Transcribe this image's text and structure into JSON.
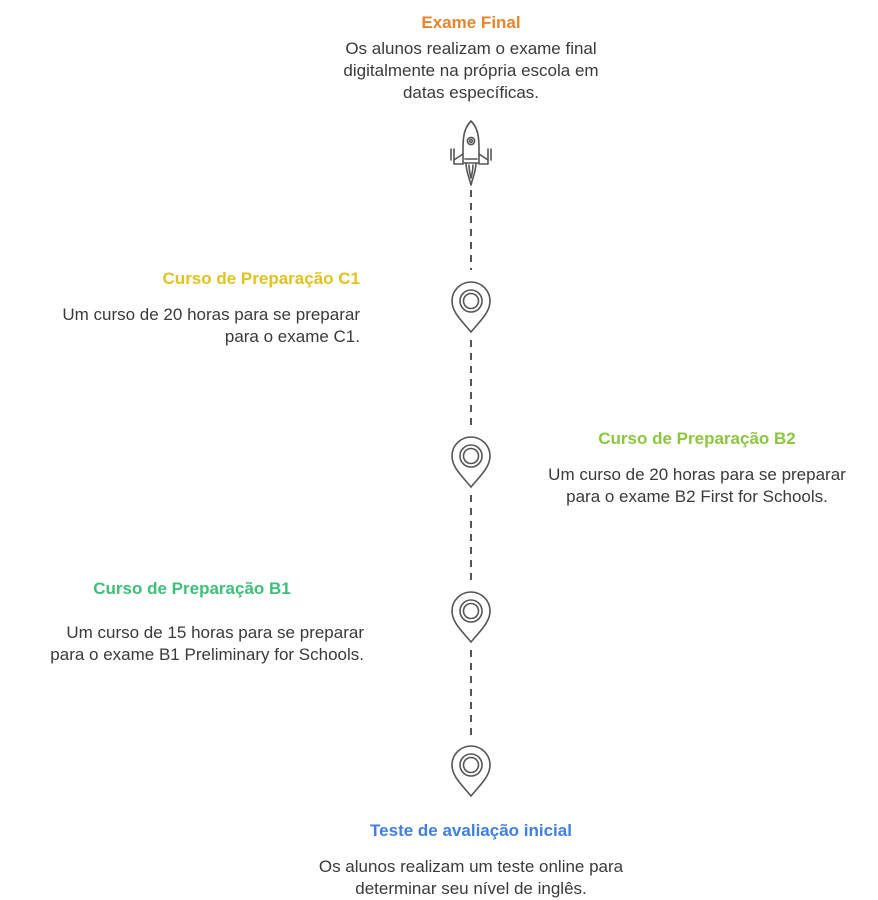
{
  "diagram": {
    "steps": [
      {
        "title": "Exame Final",
        "description_lines": [
          "Os alunos realizam o exame final",
          "digitalmente na própria escola em",
          "datas específicas."
        ],
        "color": "#E8842E",
        "icon": "rocket-icon"
      },
      {
        "title": "Curso de Preparação C1",
        "description_lines": [
          "Um curso de 20 horas para se preparar",
          "para o exame C1."
        ],
        "color": "#E2C21E",
        "icon": "location-pin-icon"
      },
      {
        "title": "Curso de Preparação B2",
        "description_lines": [
          "Um curso de 20 horas para se preparar",
          "para o exame B2 First for Schools."
        ],
        "color": "#8CC63F",
        "icon": "location-pin-icon"
      },
      {
        "title": "Curso de Preparação B1",
        "description_lines": [
          "Um curso de 15 horas para se preparar",
          "para o exame B1 Preliminary for Schools."
        ],
        "color": "#3CC07A",
        "icon": "location-pin-icon"
      },
      {
        "title": "Teste de avaliação inicial",
        "description_lines": [
          "Os alunos realizam um teste online para",
          "determinar seu nível de inglês."
        ],
        "color": "#3F7FE0",
        "icon": "location-pin-icon"
      }
    ],
    "line_color": "#555555"
  }
}
